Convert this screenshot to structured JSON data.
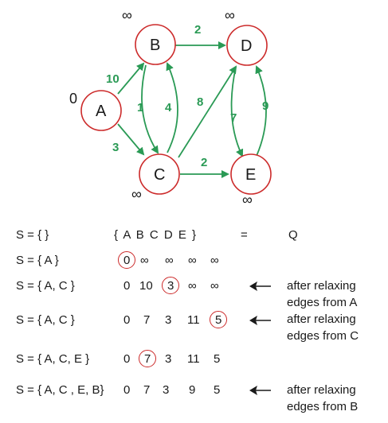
{
  "graph": {
    "nodes": [
      {
        "id": "A",
        "label": "A",
        "dist": "0"
      },
      {
        "id": "B",
        "label": "B",
        "dist": "∞"
      },
      {
        "id": "C",
        "label": "C",
        "dist": "∞"
      },
      {
        "id": "D",
        "label": "D",
        "dist": "∞"
      },
      {
        "id": "E",
        "label": "E",
        "dist": "∞"
      }
    ],
    "edges": [
      {
        "from": "A",
        "to": "B",
        "weight": "10"
      },
      {
        "from": "A",
        "to": "C",
        "weight": "3"
      },
      {
        "from": "B",
        "to": "C",
        "weight": "1"
      },
      {
        "from": "C",
        "to": "B",
        "weight": "4"
      },
      {
        "from": "B",
        "to": "D",
        "weight": "2"
      },
      {
        "from": "C",
        "to": "D",
        "weight": "8"
      },
      {
        "from": "C",
        "to": "E",
        "weight": "2"
      },
      {
        "from": "D",
        "to": "E",
        "weight": "7"
      },
      {
        "from": "E",
        "to": "D",
        "weight": "9"
      }
    ],
    "node_color": "#cc2a2a",
    "edge_color": "#2a9a55"
  },
  "table": {
    "header": {
      "set": "S = {  }",
      "queue": "{ A   B   C    D    E }",
      "equals": "=",
      "q": "Q"
    },
    "rows": [
      {
        "set": "S = { A }",
        "values": [
          "0",
          "∞",
          "∞",
          "∞",
          "∞"
        ],
        "circled": 0,
        "note": ""
      },
      {
        "set": "S = { A, C }",
        "values": [
          "0",
          "10",
          "3",
          "∞",
          "∞"
        ],
        "circled": 2,
        "note1": "after relaxing",
        "note2": "edges from A"
      },
      {
        "set": "S = { A, C }",
        "values": [
          "0",
          "7",
          "3",
          "11",
          "5"
        ],
        "circled": 4,
        "note1": "after relaxing",
        "note2": "edges from C"
      },
      {
        "set": "S = { A, C, E }",
        "values": [
          "0",
          "7",
          "3",
          "11",
          "5"
        ],
        "circled": 1,
        "note1": "",
        "note2": ""
      },
      {
        "set": "S = { A, C , E, B}",
        "values": [
          "0",
          "7",
          "3",
          "9",
          "5"
        ],
        "circled": -1,
        "note1": "after relaxing",
        "note2": "edges from B"
      }
    ]
  }
}
